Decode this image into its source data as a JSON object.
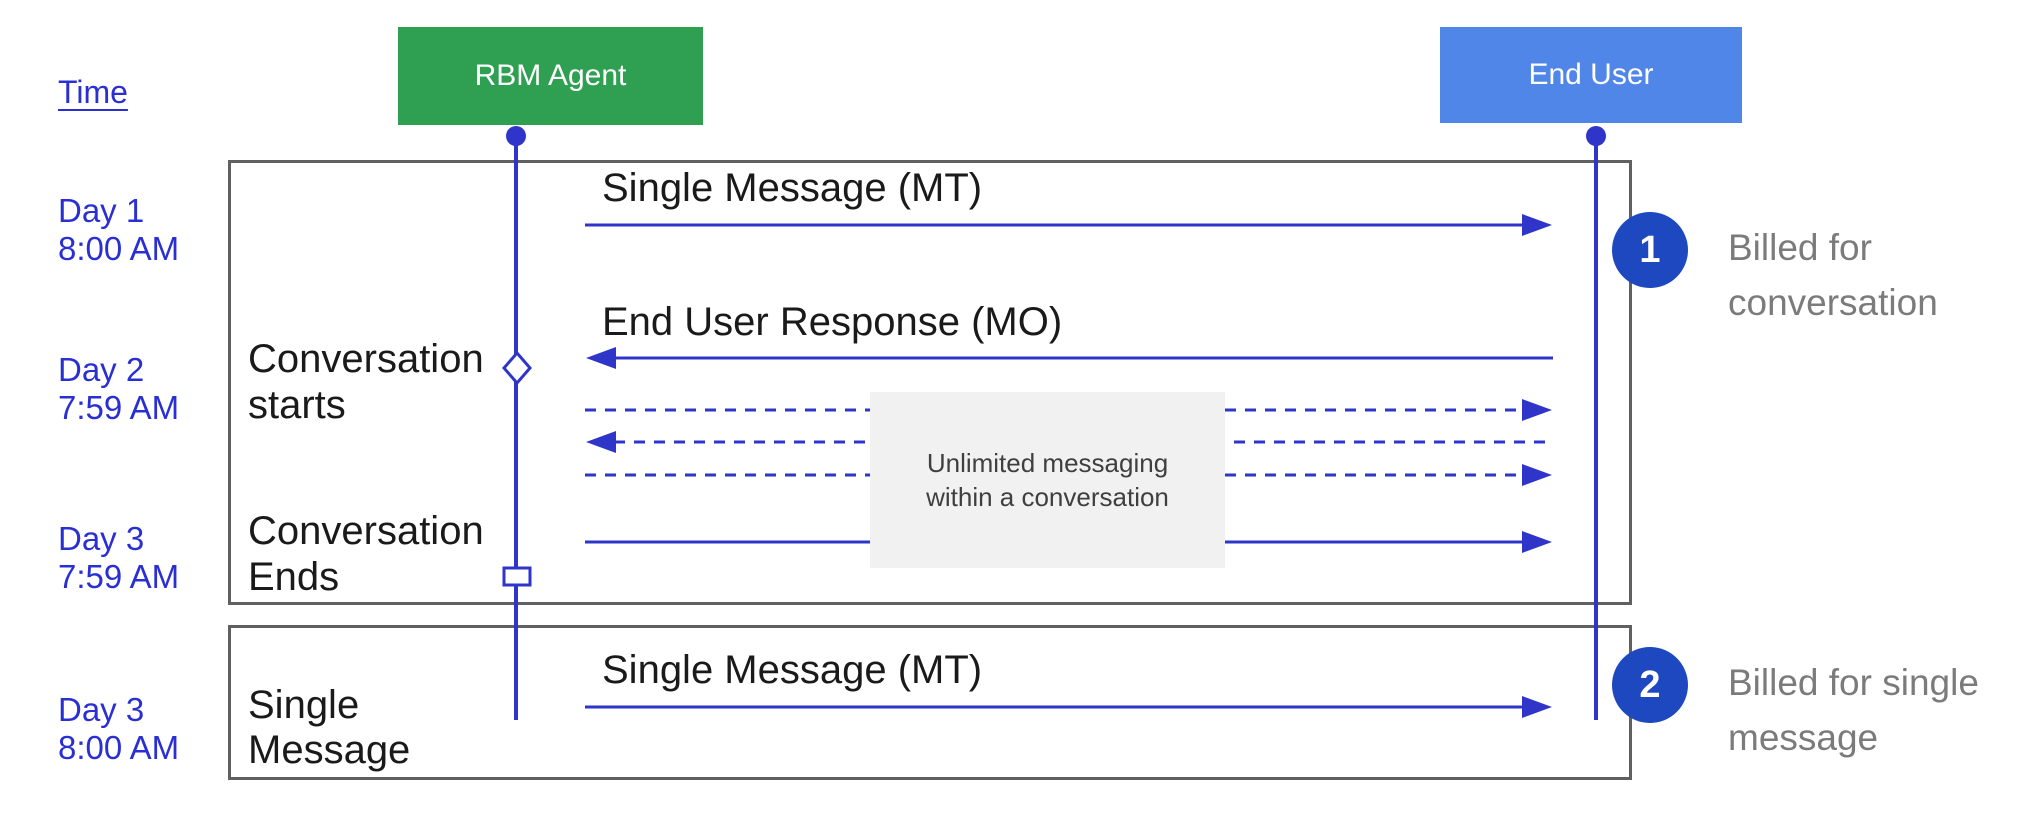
{
  "colors": {
    "agent_green": "#2FA052",
    "user_blue": "#4F86E8",
    "line_blue": "#2E35C8",
    "label_blue": "#2A2FD4",
    "badge_blue": "#1D48C0",
    "border_gray": "#606060",
    "note_bg": "#F1F1F1",
    "note_text": "#3F3F3F",
    "annotation_gray": "#7B7B7B",
    "message_black": "#1A1A1A"
  },
  "header": {
    "time_label": "Time",
    "agent_label": "RBM Agent",
    "end_user_label": "End User"
  },
  "timeline": [
    {
      "day": "Day 1",
      "time": "8:00 AM"
    },
    {
      "day": "Day 2",
      "time": "7:59 AM"
    },
    {
      "day": "Day 3",
      "time": "7:59 AM"
    },
    {
      "day": "Day 3",
      "time": "8:00 AM"
    }
  ],
  "conversation": {
    "mt_label": "Single Message (MT)",
    "mo_label": "End User Response (MO)",
    "starts_label": [
      "Conversation",
      "starts"
    ],
    "ends_label": [
      "Conversation",
      "Ends"
    ],
    "note": [
      "Unlimited messaging",
      "within a conversation"
    ]
  },
  "single_message": {
    "event_label": [
      "Single",
      "Message"
    ],
    "mt_label": "Single Message (MT)"
  },
  "annotations": [
    {
      "badge": "1",
      "text": [
        "Billed for",
        "conversation"
      ]
    },
    {
      "badge": "2",
      "text": [
        "Billed for single",
        "message"
      ]
    }
  ]
}
